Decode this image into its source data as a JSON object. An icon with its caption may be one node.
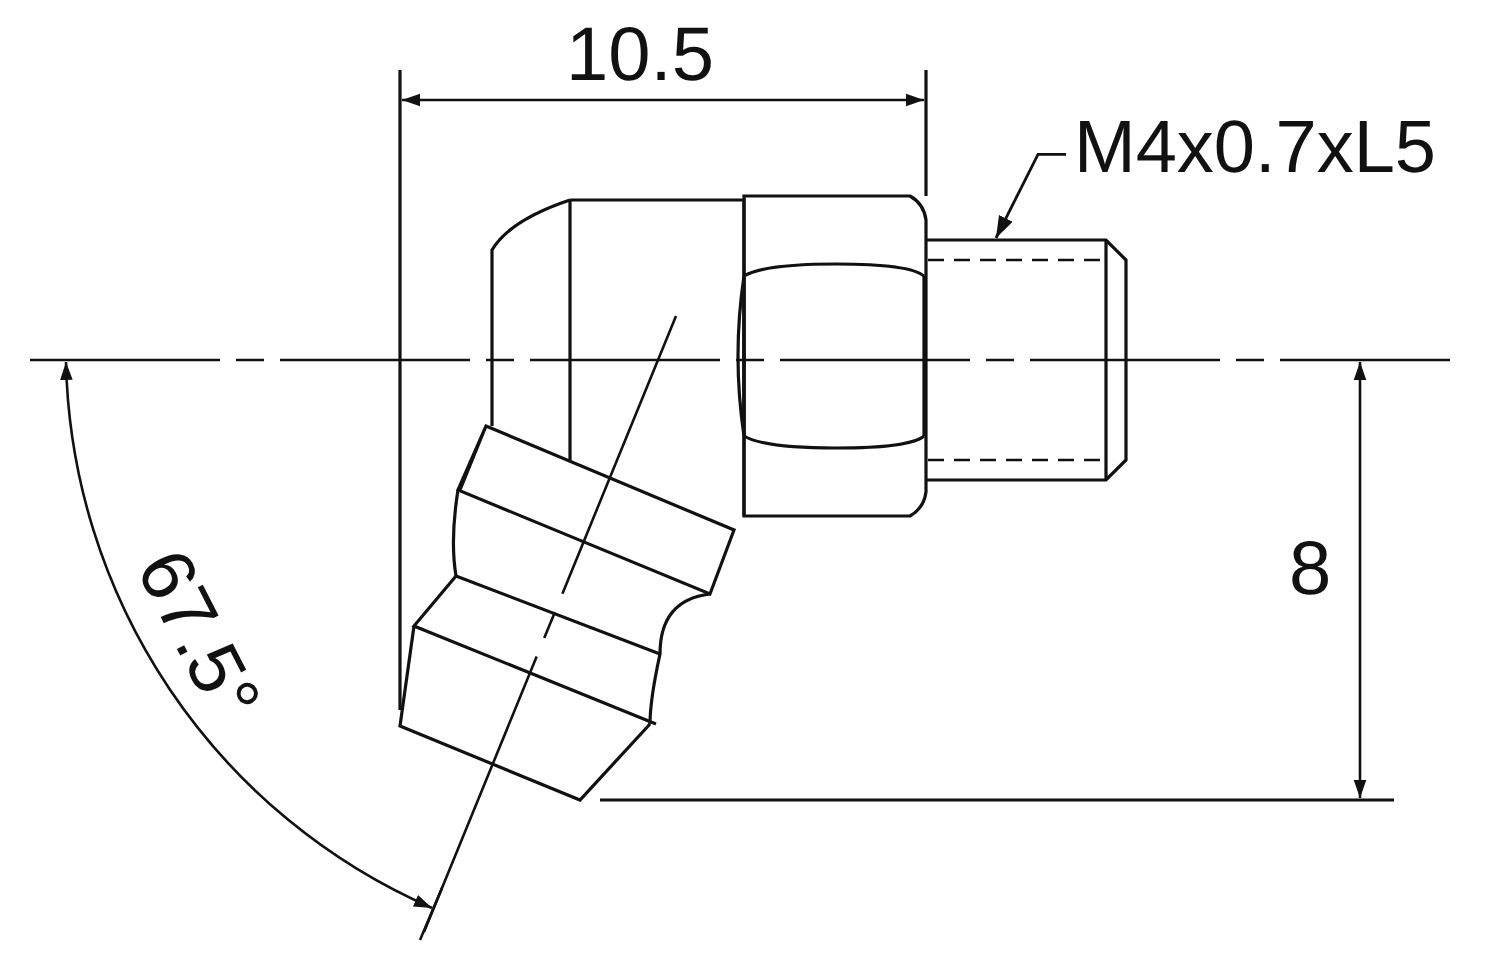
{
  "diagram": {
    "nodes": [
      {
        "text": [
          "M4x0.7xL5"
        ]
      },
      {
        "text": [],
        "shape": "box"
      }
    ],
    "edges": [
      {
        "from": 0,
        "to": 1,
        "arrow": "to"
      }
    ],
    "labels": [
      "10.5",
      "8",
      "67.5°"
    ]
  }
}
